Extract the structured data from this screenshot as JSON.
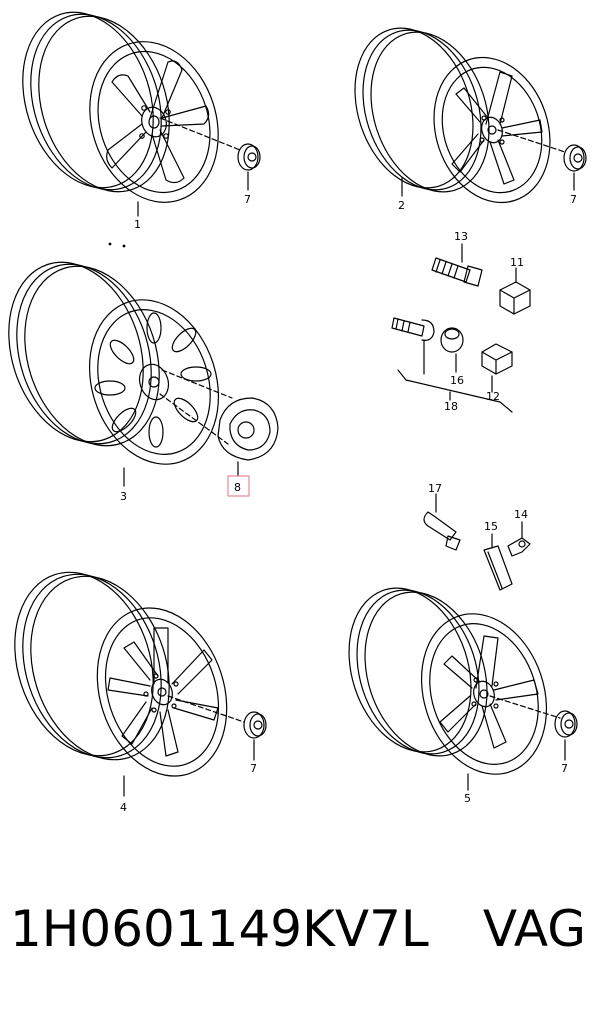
{
  "callouts": {
    "c1": "1",
    "c2": "2",
    "c3": "3",
    "c4": "4",
    "c5": "5",
    "c7a": "7",
    "c7b": "7",
    "c7c": "7",
    "c7d": "7",
    "c8": "8",
    "c11": "11",
    "c12": "12",
    "c13": "13",
    "c14": "14",
    "c15": "15",
    "c16": "16",
    "c17": "17",
    "c18": "18"
  },
  "highlight_color": "#e88a96",
  "footer": {
    "part_number": "1H0601149KV7L",
    "brand": "VAG"
  }
}
